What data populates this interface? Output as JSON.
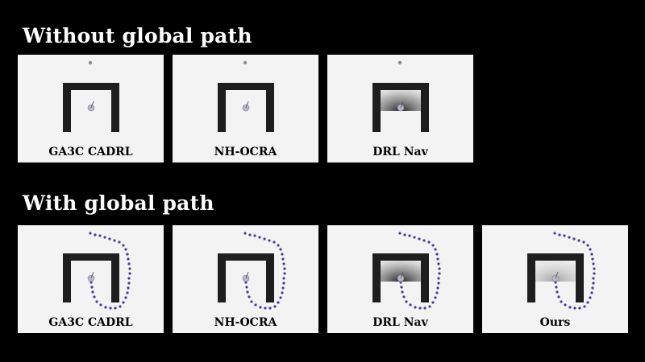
{
  "sections": {
    "without": {
      "title": "Without global path",
      "panels": [
        {
          "label": "GA3C CADRL",
          "agent": "plain",
          "path": false
        },
        {
          "label": "NH-OCRA",
          "agent": "plain",
          "path": false
        },
        {
          "label": "DRL Nav",
          "agent": "dark-fan",
          "path": false
        }
      ]
    },
    "with": {
      "title": "With global path",
      "panels": [
        {
          "label": "GA3C CADRL",
          "agent": "plain",
          "path": true
        },
        {
          "label": "NH-OCRA",
          "agent": "plain",
          "path": true
        },
        {
          "label": "DRL Nav",
          "agent": "dark-fan",
          "path": true
        },
        {
          "label": "Ours",
          "agent": "light-fan",
          "path": true
        }
      ]
    }
  },
  "colors": {
    "background": "#000000",
    "panel": "#f3f3f3",
    "wall": "#1e1e1e",
    "path": "#4a3a9e",
    "title": "#ffffff"
  }
}
